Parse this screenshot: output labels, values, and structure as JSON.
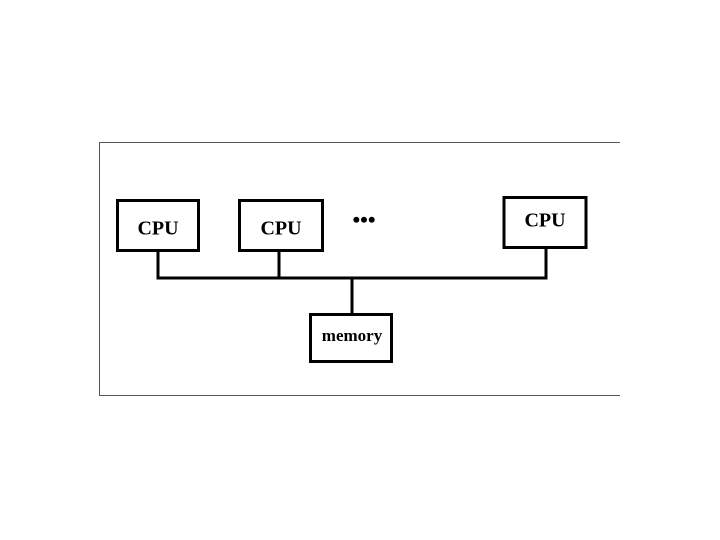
{
  "diagram": {
    "cpus": [
      {
        "label": "CPU"
      },
      {
        "label": "CPU"
      },
      {
        "label": "CPU"
      }
    ],
    "memory": {
      "label": "memory"
    },
    "ellipsis": "•••"
  }
}
